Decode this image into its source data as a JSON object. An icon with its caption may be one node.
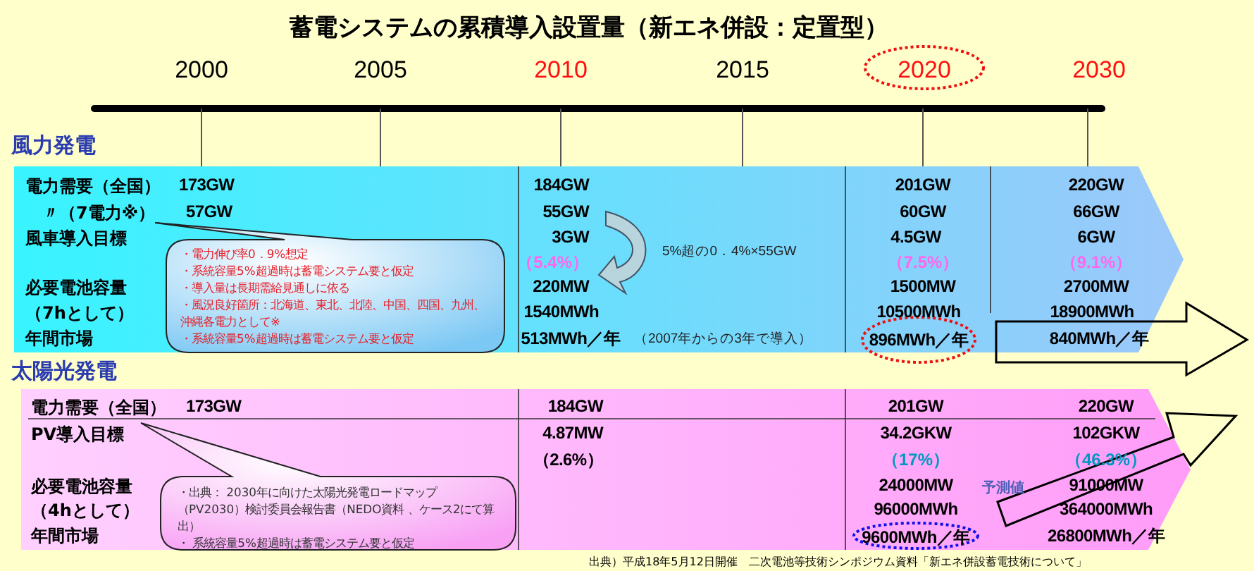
{
  "diagram": {
    "title": "蓄電システムの累積導入設置量（新エネ併設：定置型）",
    "caption": "出典）平成18年5月12日開催　二次電池等技術シンポジウム資料「新エネ併設蓄電技術について」",
    "nodes": [
      {
        "text": [
          "風力発電"
        ]
      },
      {
        "text": [
          "・電力伸び率0．9%想定",
          "・系統容量5%超過時は蓄電システム要と仮定",
          "・導入量は長期需給見通しに依る",
          "・風況良好箇所：北海道、東北、北陸、中国、四国、九州、沖縄各電力として※",
          "・系統容量5%超過時は蓄電システム要と仮定"
        ],
        "in": 0
      },
      {
        "text": [
          "太陽光発電"
        ]
      },
      {
        "text": [
          "・出典： 2030年に向けた太陽光発電ロードマップ（PV2030）検討委員会報告書（NEDO資料 、ケース2にて算出）",
          "・ 系統容量5%超過時は蓄電システム要と仮定"
        ],
        "in": 2
      }
    ],
    "labels": [
      "2000",
      "2005",
      "2010",
      "2015",
      "2020",
      "2030",
      "電力需要（全国）",
      "173GW",
      "184GW",
      "201GW",
      "220GW",
      "〃（7電力※）",
      "57GW",
      "55GW",
      "60GW",
      "66GW",
      "風車導入目標",
      "3GW",
      "4.5GW",
      "6GW",
      "（5.4%）",
      "5%超の0．4%×55GW",
      "（7.5%）",
      "（9.1%）",
      "必要電池容量",
      "220MW",
      "1500MW",
      "2700MW",
      "（7hとして）",
      "1540MWh",
      "10500MWh",
      "18900MWh",
      "年間市場",
      "513MWh／年",
      "（2007年からの3年で導入）",
      "896MWh／年",
      "840MWh／年",
      "電力需要（全国）",
      "173GW",
      "184GW",
      "201GW",
      "220GW",
      "PV導入目標",
      "4.87MW",
      "34.2GKW",
      "102GKW",
      "（2.6%）",
      "（17%）",
      "（46.3%）",
      "必要電池容量",
      "24000MW",
      "予測値",
      "91000MW",
      "（4hとして）",
      "96000MWh",
      "364000MWh",
      "年間市場",
      "9600MWh／年",
      "26800MWh／年"
    ]
  }
}
